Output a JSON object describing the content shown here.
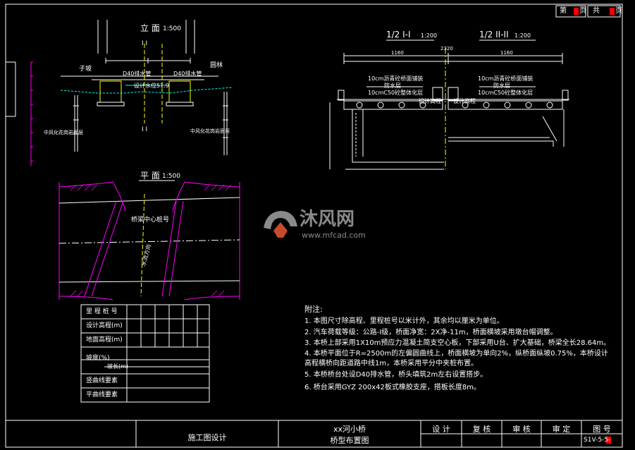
{
  "top_right": {
    "page_label_1": "第",
    "page_label_2": "页",
    "total_label_1": "共",
    "total_label_2": "页"
  },
  "elevation": {
    "title": "立 面",
    "scale": "1:500",
    "section_top": "I    I",
    "section_bottom": "I    I",
    "left_label": "子坡",
    "right_label": "圆林",
    "drain_left": "D40排水管",
    "drain_right": "D40排水管",
    "water_level": "设计水位51.9",
    "left_note": "中风化花岗岩面层",
    "right_note": "中风化花岗岩面层"
  },
  "section_views": {
    "left_title": "1/2 I-I",
    "left_scale": "1:200",
    "right_title": "1/2 II-II",
    "right_scale": "1:200",
    "left_layers": [
      "10cm沥青砼桥面铺装",
      "防水层",
      "10cmC50砼整体化层"
    ],
    "right_layers": [
      "10cm沥青砼桥面铺装",
      "防水层",
      "10cmC50砼整体化层"
    ],
    "left_mark": "设计高程",
    "right_mark": "设计高程",
    "dims_top": [
      "1160",
      "1160"
    ],
    "dims_total": "2320"
  },
  "plan": {
    "title": "平 面",
    "scale": "1:500",
    "center_label": "桥梁中心桩号",
    "river_label": "水流方向"
  },
  "table": {
    "rows": [
      "里 程 桩 号",
      "设计高程(m)",
      "地面高程(m)",
      "坡度(%)",
      "坡长(m)",
      "竖曲线要素",
      "平曲线要素"
    ]
  },
  "watermark": {
    "brand": "沐风网",
    "url": "www.mfcad.com"
  },
  "notes": {
    "heading": "附注:",
    "items": [
      "1. 本图尺寸除高程、里程桩号以米计外，其余均以厘米为单位。",
      "2. 汽车荷载等级：公路-I级，桥面净宽：2X净-11m，桥面横坡采用墩台帽调整。",
      "3. 本桥上部采用1X10m预应力混凝土简支空心板，下部采用U台、扩大基础，桥梁全长28.64m。",
      "4. 本桥平面位于R=2500m的左偏圆曲线上，桥面横坡为单向2%，纵桥面纵坡0.75%，本桥设计",
      "   高程横桥向距道路中线1m，本桥采用平分中夹桩布置。",
      "5. 本桥桥台处设D40排水管，桥头填筑2m左右设置搭步。",
      "6. 桥台采用GYZ 200x42板式橡胶支座，搭板长度8m。"
    ]
  },
  "title_block": {
    "design_stage": "施工图设计",
    "project": "xx河小桥",
    "drawing_name": "桥型布置图",
    "design": "设 计",
    "review": "复 核",
    "check": "审 核",
    "approve": "审 定",
    "drawing_no_label": "图 号",
    "drawing_no": "S1V-5-5-"
  },
  "colors": {
    "background": "#000000",
    "magenta": "#ff00ff",
    "yellow": "#ffff00",
    "cyan": "#00ffff",
    "white": "#ffffff",
    "green": "#00ff00",
    "red": "#ff0000"
  }
}
